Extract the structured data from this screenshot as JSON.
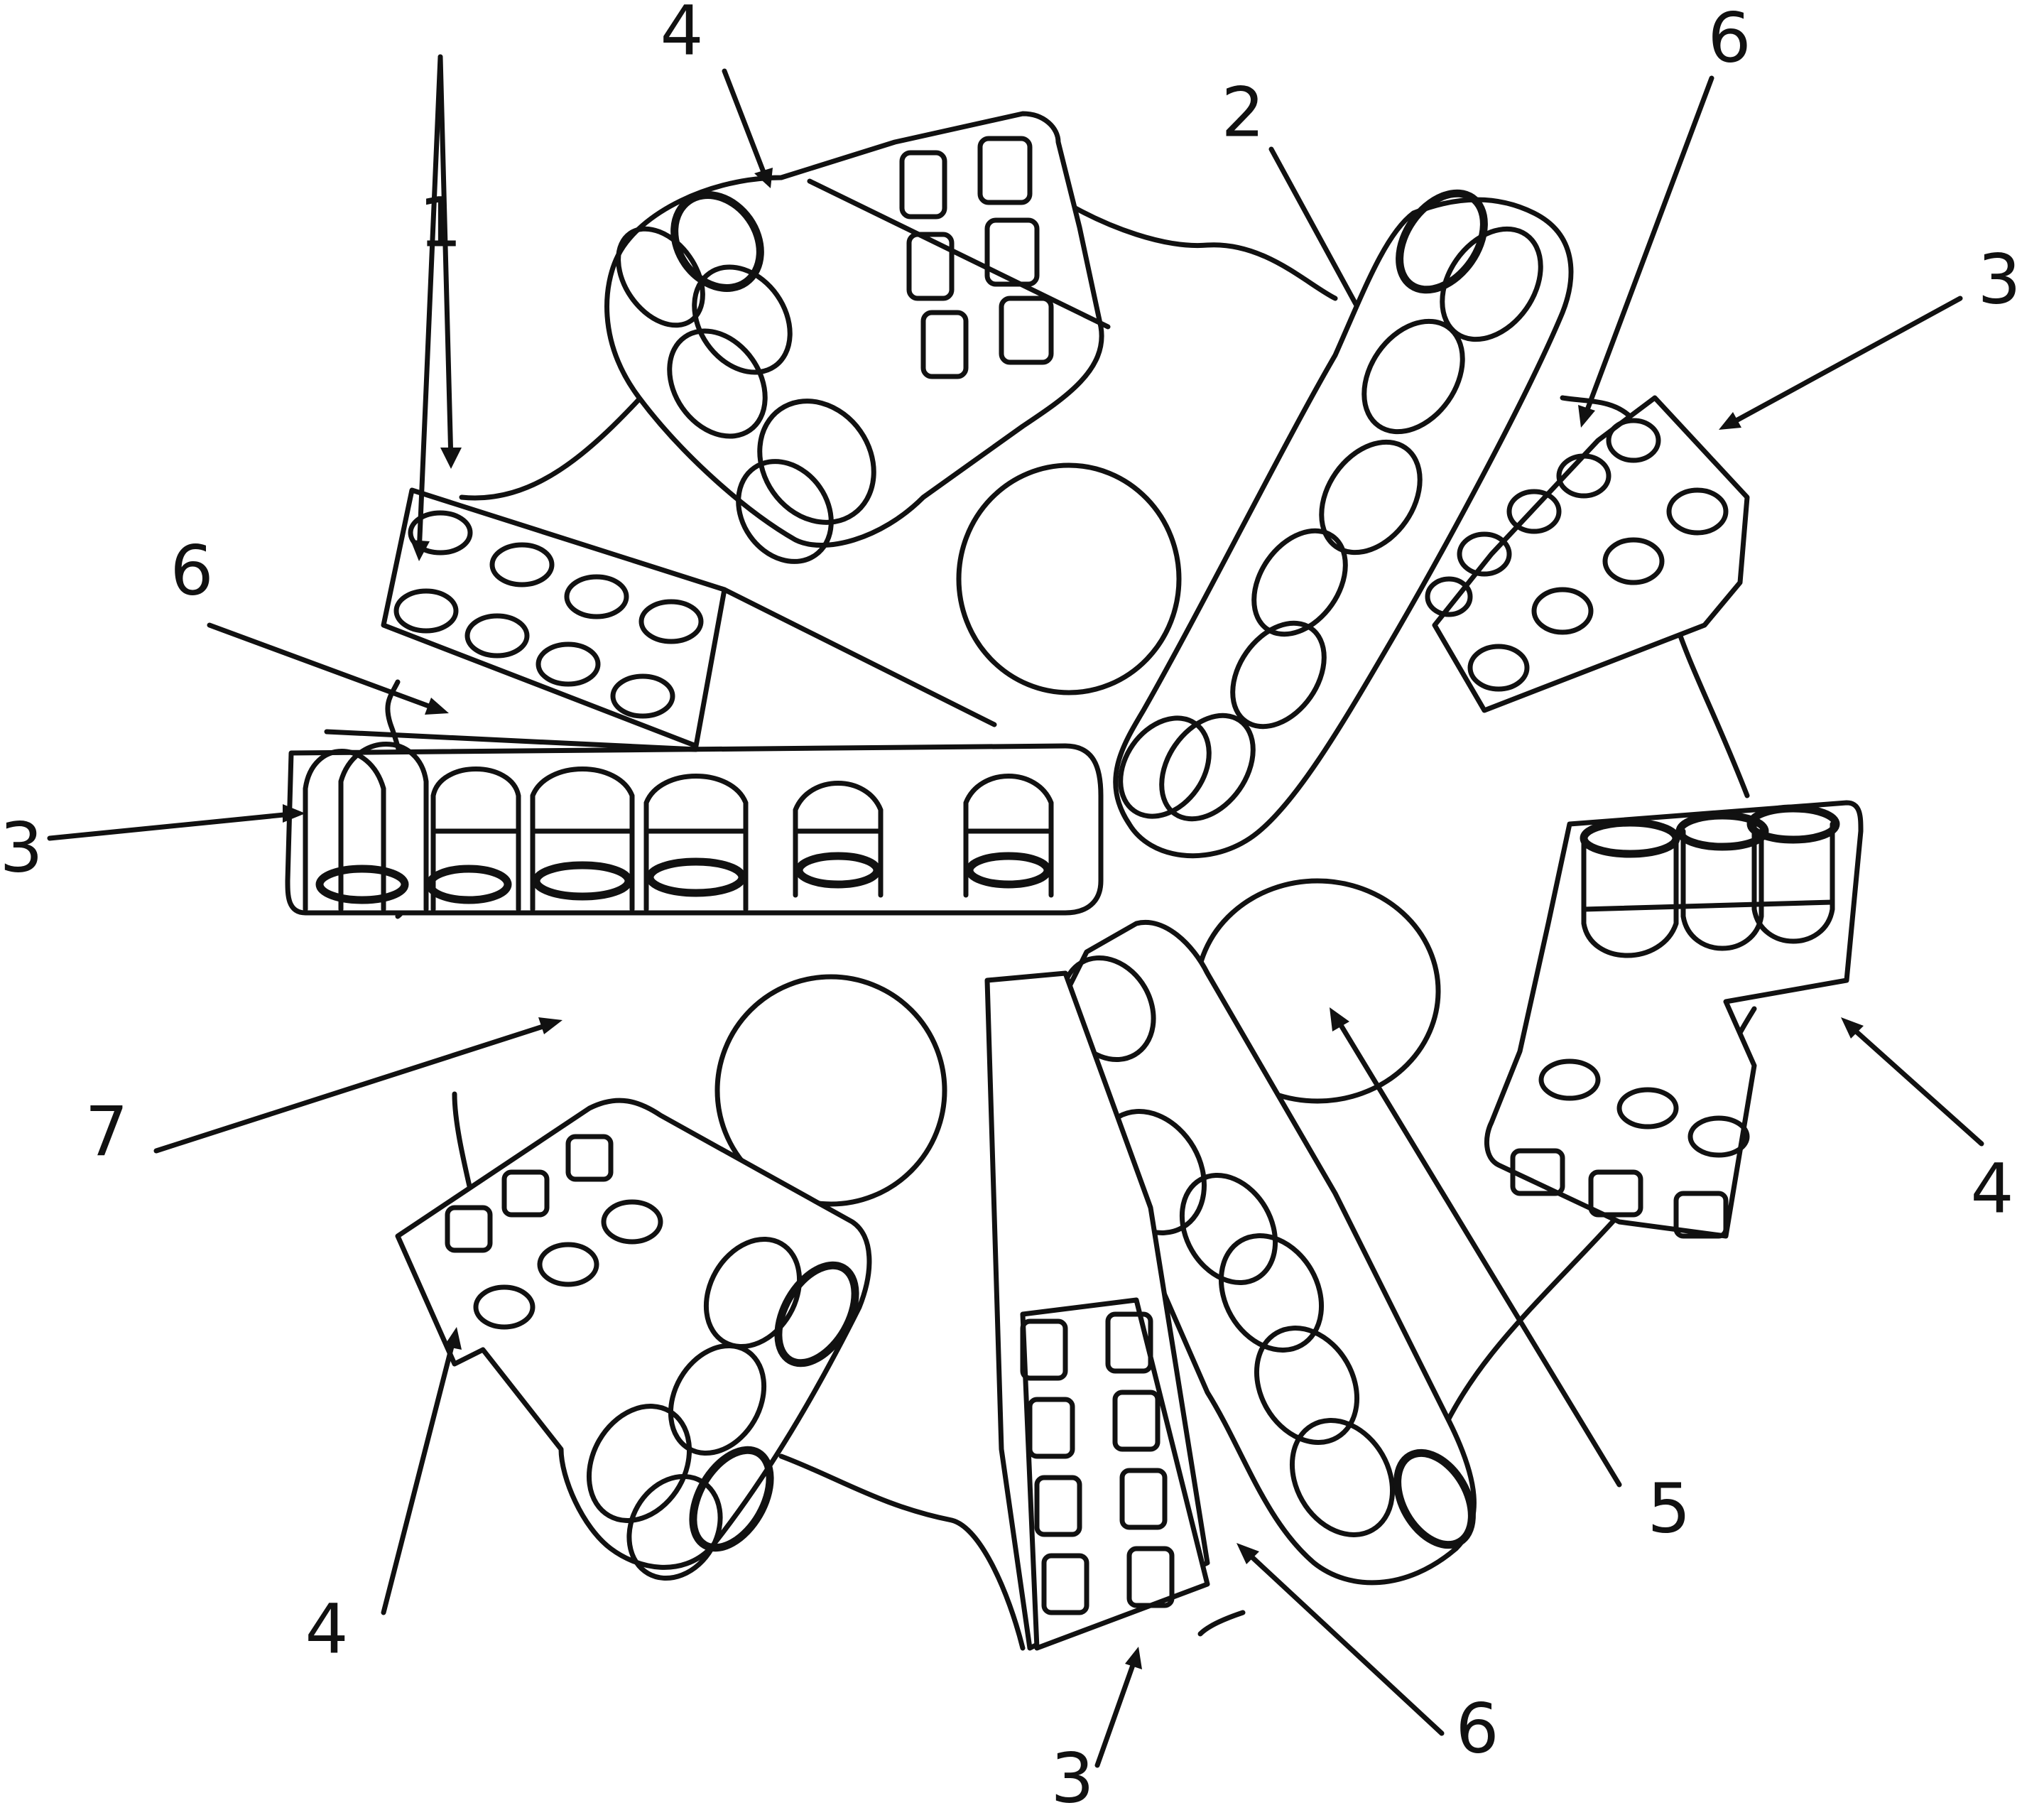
{
  "figure": {
    "labels": {
      "l1": "1",
      "l2": "2",
      "l3_left": "3",
      "l3_right": "3",
      "l3_bottom": "3",
      "l4_top": "4",
      "l4_right": "4",
      "l4_bottom": "4",
      "l5": "5",
      "l6_left": "6",
      "l6_right": "6",
      "l6_bottom": "6",
      "l7": "7"
    },
    "ink_color": "#111111",
    "background_color": "#ffffff"
  }
}
